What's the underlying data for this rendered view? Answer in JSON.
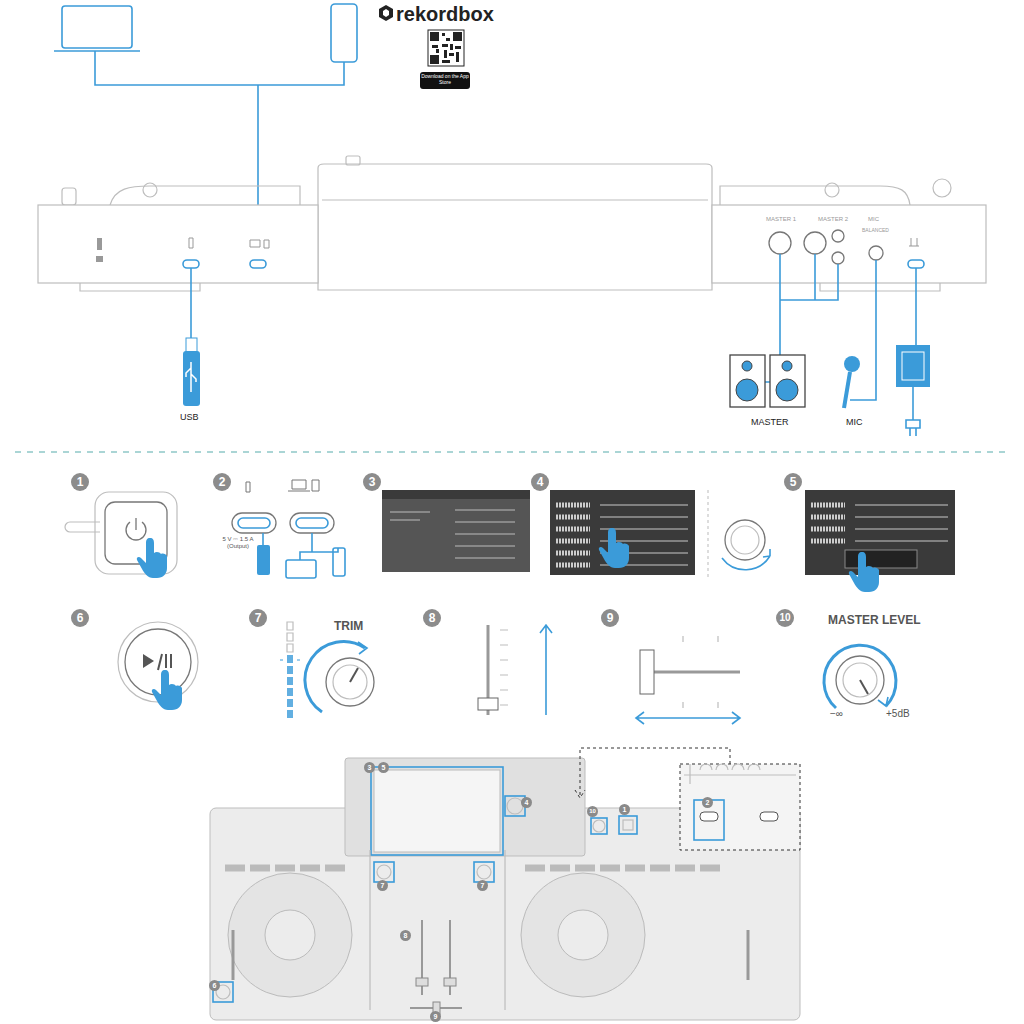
{
  "diagram": {
    "labels": [
      "rekordbox",
      "Download on the App Store",
      "MASTER 1",
      "MASTER 2",
      "MIC",
      "BALANCED",
      "USB",
      "MASTER",
      "MIC",
      "1",
      "2",
      "3",
      "4",
      "5",
      "6",
      "7",
      "8",
      "9",
      "10",
      "5 V ⎓ 1.5 A (Output)",
      "TRIM",
      "MASTER LEVEL",
      "−∞",
      "+5dB",
      "3",
      "5",
      "4",
      "10",
      "1",
      "2",
      "7",
      "7",
      "6",
      "8",
      "9"
    ]
  }
}
